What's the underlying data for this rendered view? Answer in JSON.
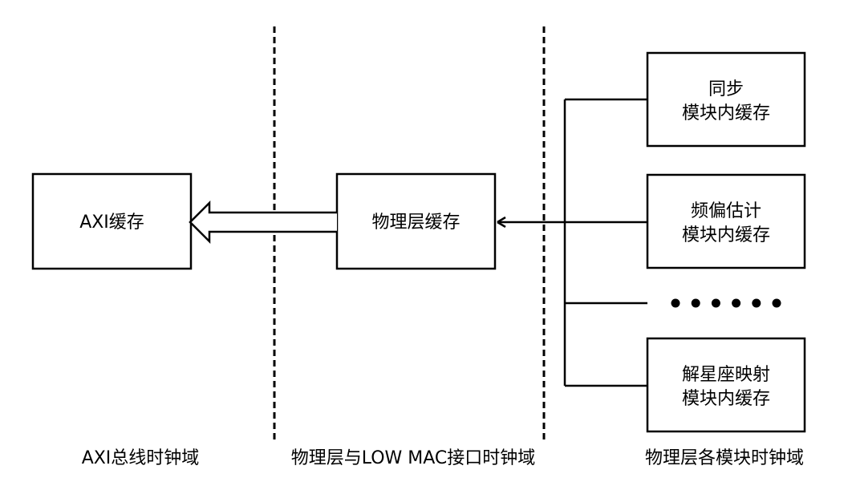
{
  "boxes": {
    "axi_buffer": {
      "label": "AXI缓存"
    },
    "phy_buffer": {
      "label": "物理层缓存"
    },
    "sync_buffer": {
      "line1": "同步",
      "line2": "模块内缓存"
    },
    "freq_buffer": {
      "line1": "频偏估计",
      "line2": "模块内缓存"
    },
    "demap_buffer": {
      "line1": "解星座映射",
      "line2": "模块内缓存"
    }
  },
  "ellipsis_count": 6,
  "domains": {
    "axi": "AXI总线时钟域",
    "interface": "物理层与LOW MAC接口时钟域",
    "modules": "物理层各模块时钟域"
  },
  "colors": {
    "stroke": "#000000",
    "background": "#ffffff"
  }
}
